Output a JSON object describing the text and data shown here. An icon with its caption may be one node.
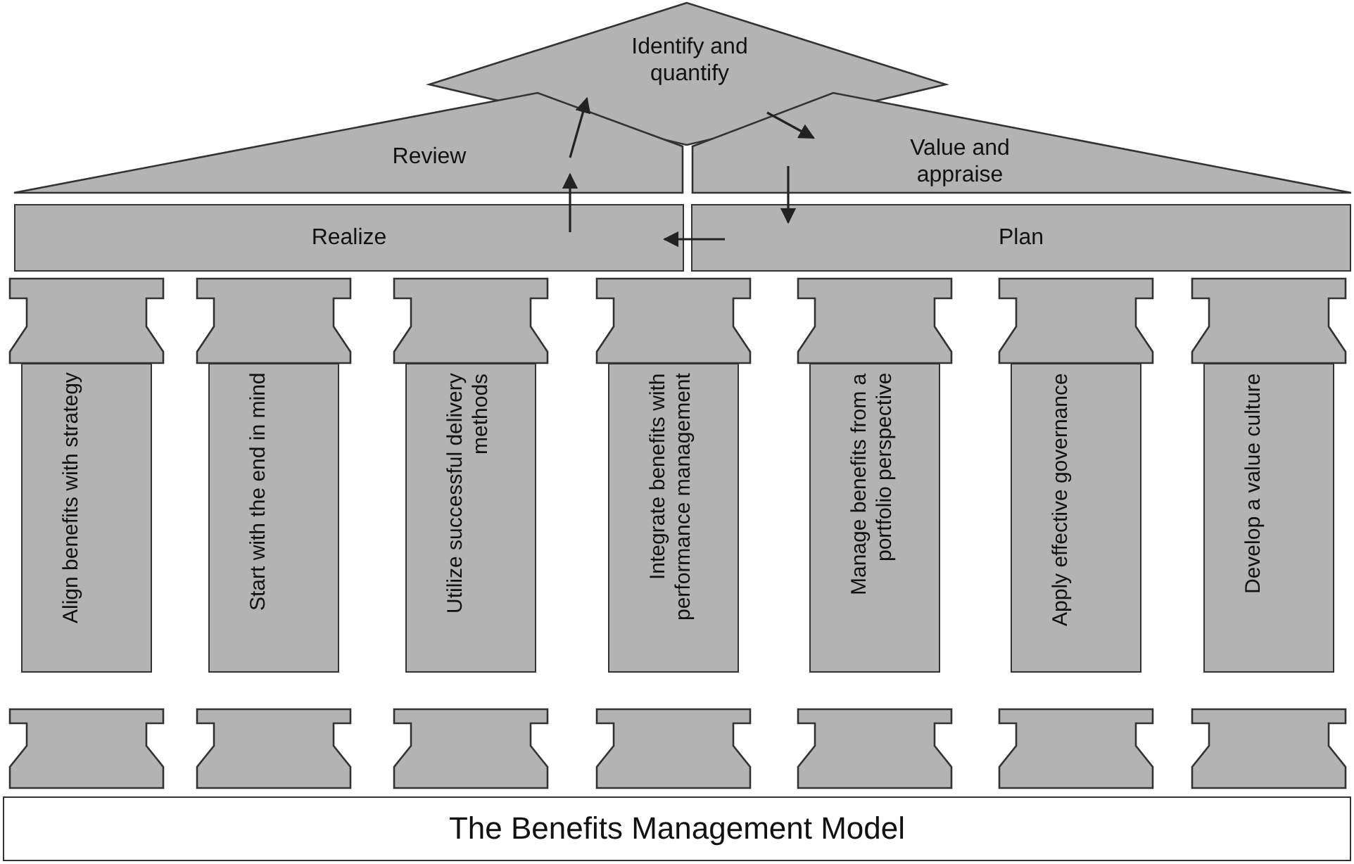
{
  "diagram": {
    "nodes": [
      {
        "text": [
          "Identify and quantify"
        ]
      },
      {
        "text": [
          "Review"
        ]
      },
      {
        "text": [
          "Value and appraise"
        ]
      },
      {
        "text": [
          "Realize"
        ]
      },
      {
        "text": [
          "Plan"
        ]
      },
      {
        "text": [
          "Align benefits with strategy"
        ]
      },
      {
        "text": [
          "Start with the end in mind"
        ]
      },
      {
        "text": [
          "Utilize successful delivery methods"
        ]
      },
      {
        "text": [
          "Integrate benefits with performance management"
        ]
      },
      {
        "text": [
          "Manage benefits from a portfolio perspective"
        ]
      },
      {
        "text": [
          "Apply effective governance"
        ]
      },
      {
        "text": [
          "Develop a value culture"
        ]
      },
      {
        "text": [
          "The Benefits Management Model"
        ]
      }
    ],
    "edges": [
      {
        "from": 1,
        "to": 0,
        "arrow": "to"
      },
      {
        "from": 0,
        "to": 2,
        "arrow": "to"
      },
      {
        "from": 2,
        "to": 4,
        "arrow": "to"
      },
      {
        "from": 4,
        "to": 3,
        "arrow": "to"
      },
      {
        "from": 3,
        "to": 1,
        "arrow": "to"
      }
    ]
  }
}
